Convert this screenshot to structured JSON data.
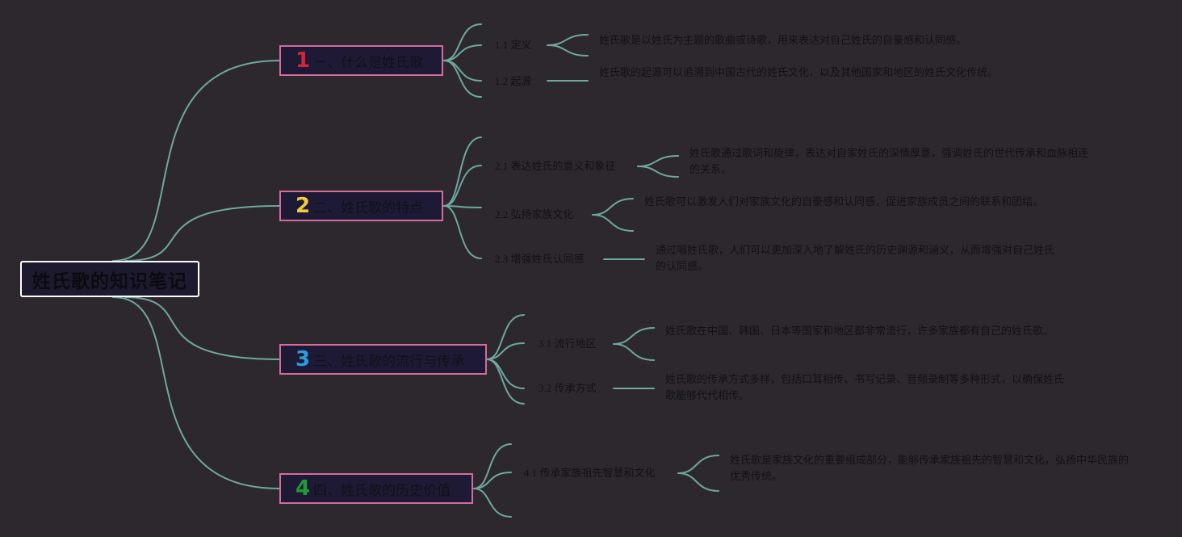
{
  "root": {
    "title": "姓氏歌的知识笔记"
  },
  "branches": [
    {
      "num": "1",
      "num_color": "#d7233a",
      "label": "一、什么是姓氏歌",
      "subs": [
        {
          "label": "1.1 定义",
          "desc": "姓氏歌是以姓氏为主题的歌曲或诗歌，用来表达对自己姓氏的自豪感和认同感。"
        },
        {
          "label": "1.2 起源",
          "desc": "姓氏歌的起源可以追溯到中国古代的姓氏文化，以及其他国家和地区的姓氏文化传统。"
        }
      ]
    },
    {
      "num": "2",
      "num_color": "#f0cd3c",
      "label": "二、姓氏歌的特点",
      "subs": [
        {
          "label": "2.1 表达姓氏的意义和象征",
          "desc": "姓氏歌通过歌词和旋律，表达对自家姓氏的深情厚意，强调姓氏的世代传承和血脉相连的关系。"
        },
        {
          "label": "2.2 弘扬家族文化",
          "desc": "姓氏歌可以激发人们对家族文化的自豪感和认同感，促进家族成员之间的联系和团结。"
        },
        {
          "label": "2.3 增强姓氏认同感",
          "desc": "通过唱姓氏歌，人们可以更加深入地了解姓氏的历史渊源和涵义，从而增强对自己姓氏的认同感。"
        }
      ]
    },
    {
      "num": "3",
      "num_color": "#2a9de0",
      "label": "三、姓氏歌的流行与传承",
      "subs": [
        {
          "label": "3.1 流行地区",
          "desc": "姓氏歌在中国、韩国、日本等国家和地区都非常流行，许多家族都有自己的姓氏歌。"
        },
        {
          "label": "3.2 传承方式",
          "desc": "姓氏歌的传承方式多样，包括口耳相传、书写记录、音频录制等多种形式，以确保姓氏歌能够代代相传。"
        }
      ]
    },
    {
      "num": "4",
      "num_color": "#1f9a36",
      "label": "四、姓氏歌的历史价值",
      "subs": [
        {
          "label": "4.1 传承家族祖先智慧和文化",
          "desc": "姓氏歌是家族文化的重要组成部分，能够传承家族祖先的智慧和文化，弘扬中华民族的优秀传统。"
        }
      ]
    }
  ],
  "colors": {
    "background": "#2c282e",
    "link": "#6fa8a0",
    "branch_border": "#d46c9c",
    "root_border": "#ffffff"
  }
}
